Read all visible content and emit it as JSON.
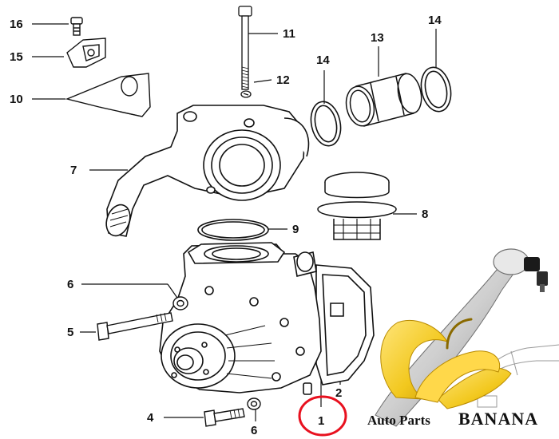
{
  "diagram": {
    "callouts": [
      {
        "id": "c16",
        "label": "16"
      },
      {
        "id": "c15",
        "label": "15"
      },
      {
        "id": "c10",
        "label": "10"
      },
      {
        "id": "c11",
        "label": "11"
      },
      {
        "id": "c12",
        "label": "12"
      },
      {
        "id": "c13",
        "label": "13"
      },
      {
        "id": "c14a",
        "label": "14"
      },
      {
        "id": "c14b",
        "label": "14"
      },
      {
        "id": "c7",
        "label": "7"
      },
      {
        "id": "c8",
        "label": "8"
      },
      {
        "id": "c9",
        "label": "9"
      },
      {
        "id": "c6a",
        "label": "6"
      },
      {
        "id": "c6b",
        "label": "6"
      },
      {
        "id": "c5",
        "label": "5"
      },
      {
        "id": "c4",
        "label": "4"
      },
      {
        "id": "c2",
        "label": "2"
      },
      {
        "id": "c1",
        "label": "1"
      }
    ],
    "highlight_color": "#e8101e"
  },
  "watermark": {
    "brand_small": "Auto Parts",
    "brand_large": "BANANA",
    "brand_color": "#111111",
    "banana_color": "#f2c81e",
    "arm_color": "#d8d8d8"
  }
}
